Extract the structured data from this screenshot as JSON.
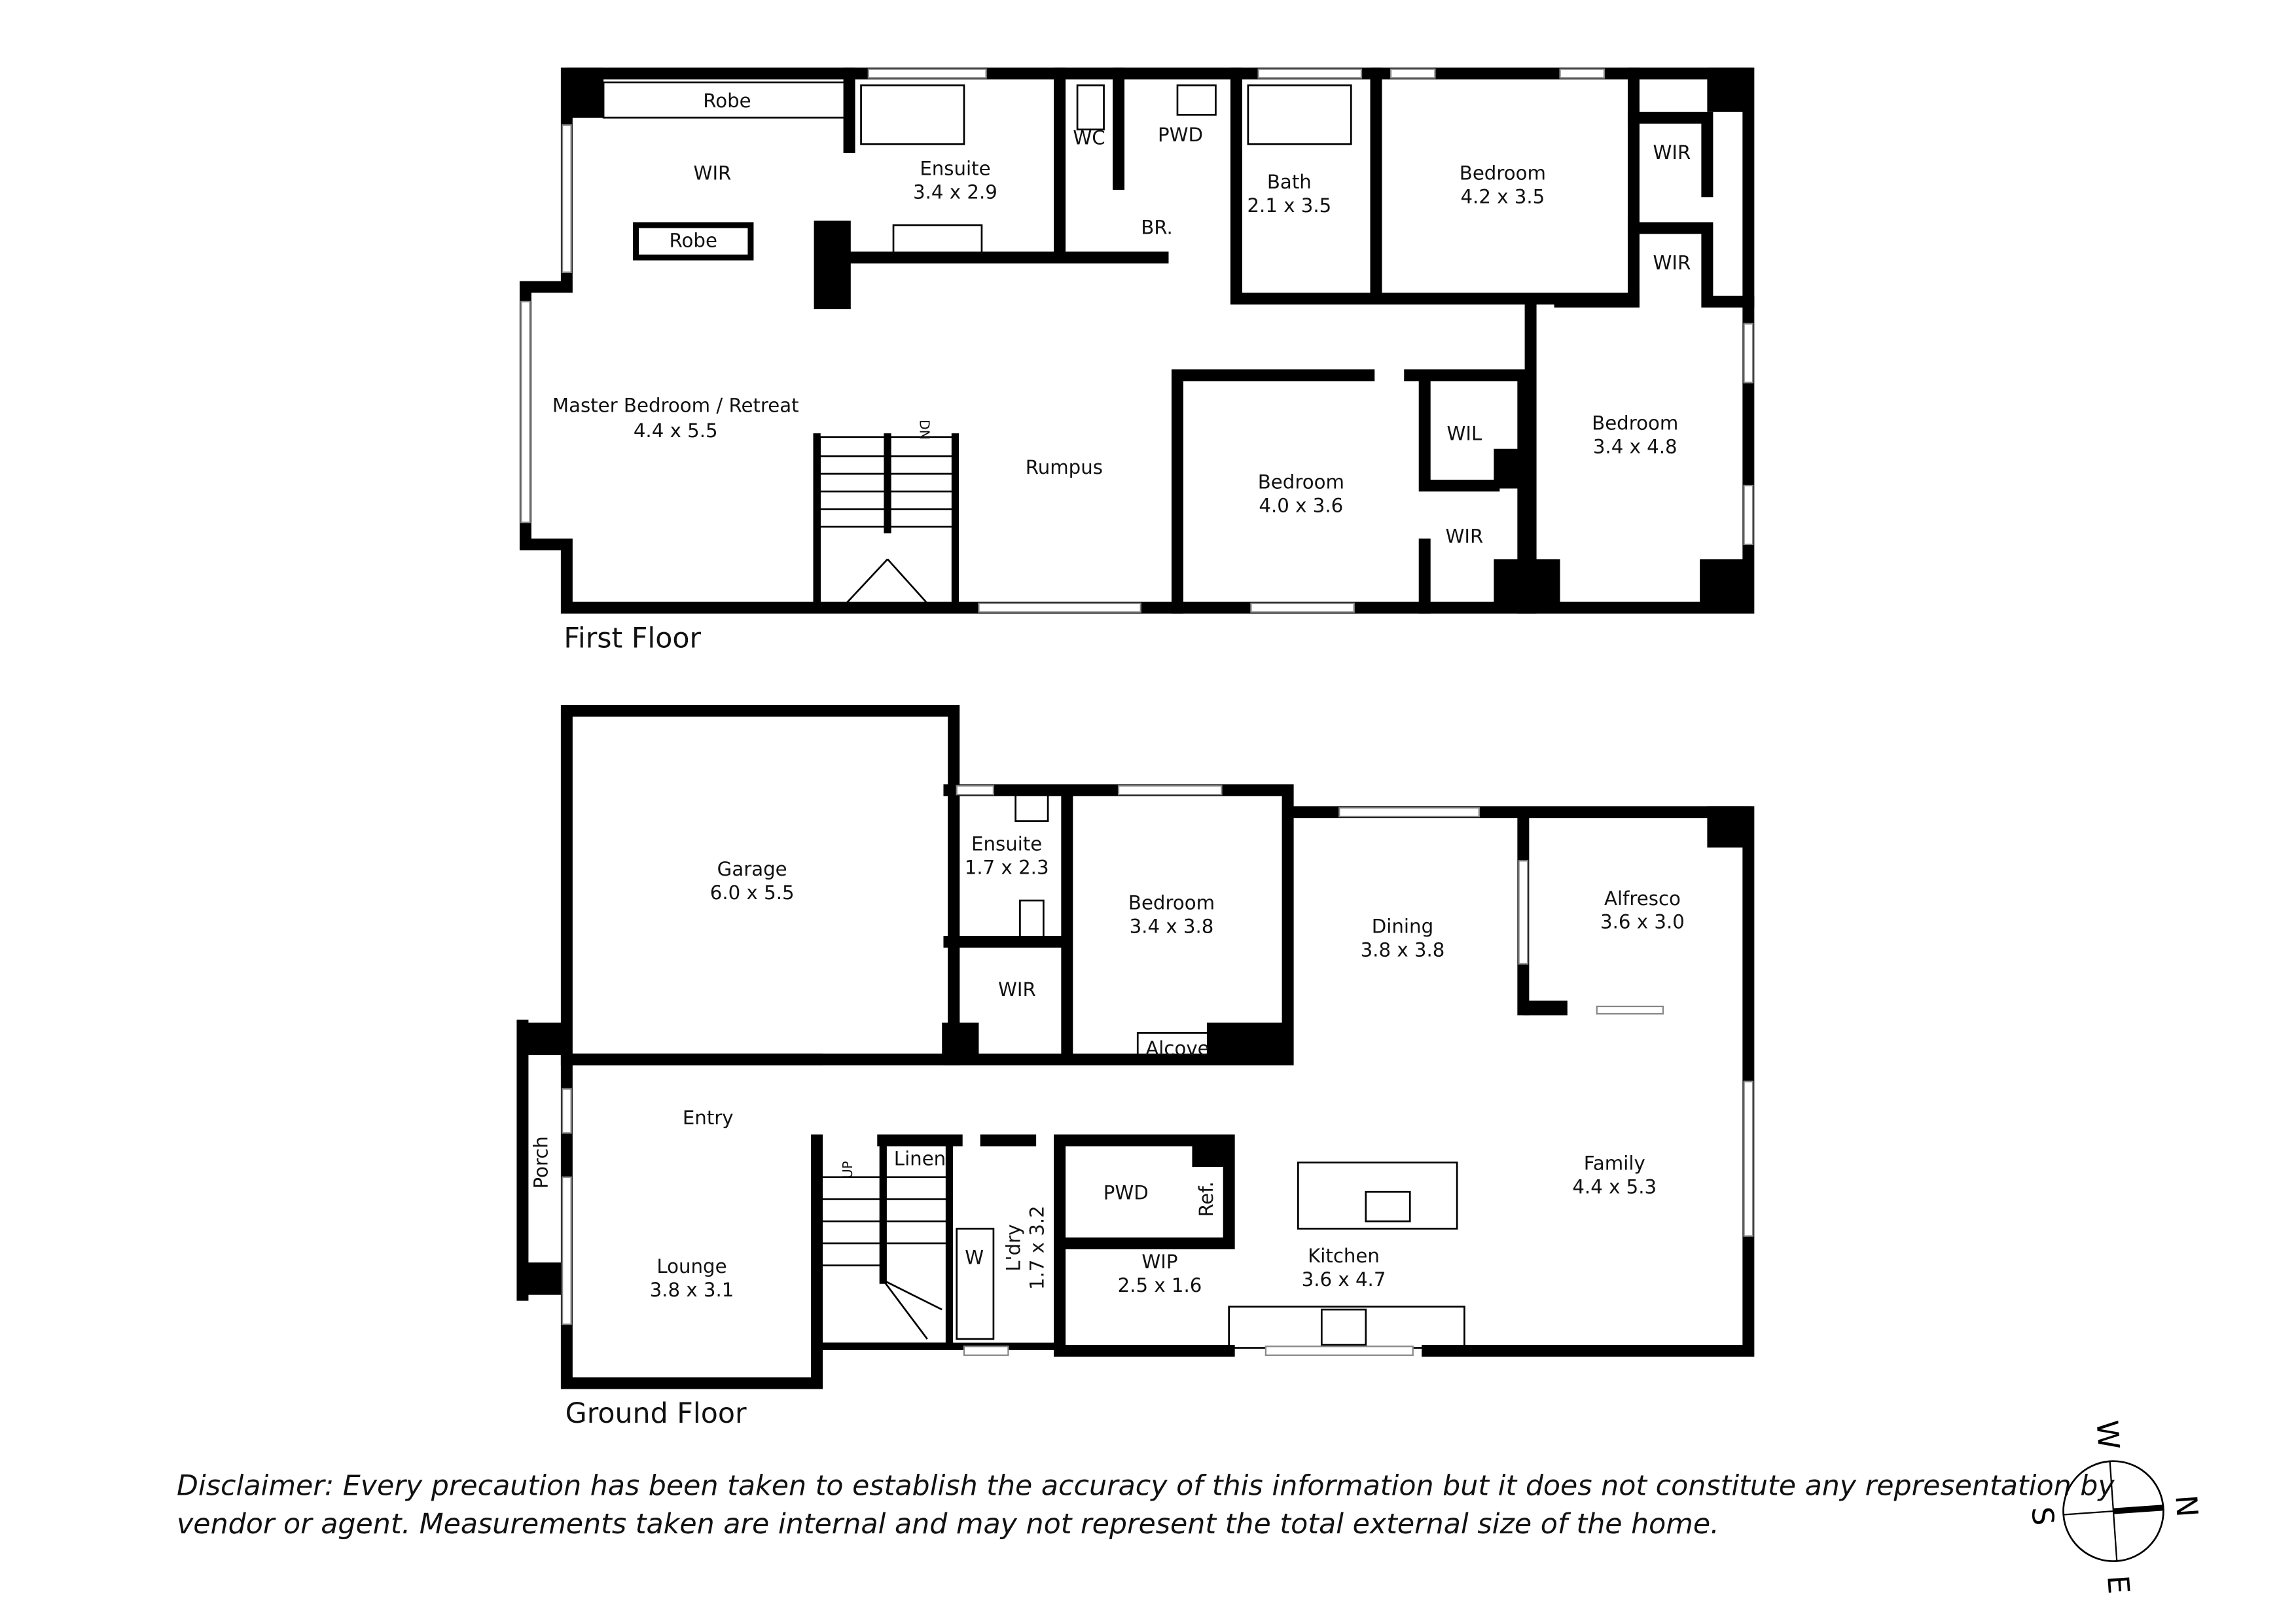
{
  "first_floor": {
    "title": "First Floor",
    "rooms": [
      {
        "name": "Robe",
        "size": ""
      },
      {
        "name": "WIR",
        "size": ""
      },
      {
        "name": "Robe",
        "size": ""
      },
      {
        "name": "Ensuite",
        "size": "3.4 x 2.9"
      },
      {
        "name": "WC",
        "size": ""
      },
      {
        "name": "PWD",
        "size": ""
      },
      {
        "name": "BR.",
        "size": ""
      },
      {
        "name": "Bath",
        "size": "2.1 x 3.5"
      },
      {
        "name": "Bedroom",
        "size": "4.2 x 3.5"
      },
      {
        "name": "WIR",
        "size": ""
      },
      {
        "name": "WIR",
        "size": ""
      },
      {
        "name": "Master Bedroom / Retreat",
        "size": "4.4 x 5.5"
      },
      {
        "name": "Rumpus",
        "size": ""
      },
      {
        "name": "Bedroom",
        "size": "4.0 x 3.6"
      },
      {
        "name": "WIL",
        "size": ""
      },
      {
        "name": "WIR",
        "size": ""
      },
      {
        "name": "Bedroom",
        "size": "3.4 x 4.8"
      }
    ],
    "stair_label": "DN"
  },
  "ground_floor": {
    "title": "Ground Floor",
    "rooms": [
      {
        "name": "Garage",
        "size": "6.0 x 5.5"
      },
      {
        "name": "Ensuite",
        "size": "1.7 x 2.3"
      },
      {
        "name": "Bedroom",
        "size": "3.4 x 3.8"
      },
      {
        "name": "WIR",
        "size": ""
      },
      {
        "name": "Alcove",
        "size": ""
      },
      {
        "name": "Dining",
        "size": "3.8 x 3.8"
      },
      {
        "name": "Alfresco",
        "size": "3.6 x 3.0"
      },
      {
        "name": "Entry",
        "size": ""
      },
      {
        "name": "Porch",
        "size": ""
      },
      {
        "name": "Linen",
        "size": ""
      },
      {
        "name": "Lounge",
        "size": "3.8 x 3.1"
      },
      {
        "name": "L'dry",
        "size": "1.7 x 3.2"
      },
      {
        "name": "W",
        "size": ""
      },
      {
        "name": "PWD",
        "size": ""
      },
      {
        "name": "Ref.",
        "size": ""
      },
      {
        "name": "WIP",
        "size": "2.5 x 1.6"
      },
      {
        "name": "Kitchen",
        "size": "3.6 x 4.7"
      },
      {
        "name": "Family",
        "size": "4.4 x 5.3"
      }
    ],
    "stair_label": "UP"
  },
  "disclaimer": {
    "line1": "Disclaimer: Every precaution has been taken to establish the accuracy of this information but it does not constitute any representation by",
    "line2": "vendor or agent. Measurements taken are internal and may not represent the total external size of the home."
  },
  "compass": {
    "n": "N",
    "s": "S",
    "e": "E",
    "w": "W"
  }
}
